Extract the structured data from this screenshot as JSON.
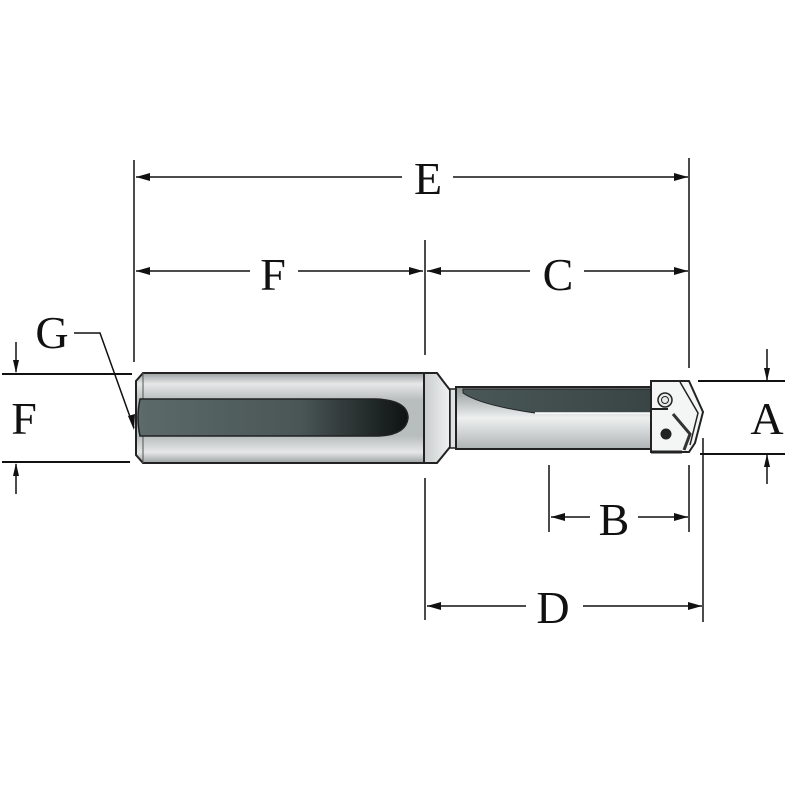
{
  "diagram": {
    "subject": "indexable spade drill holder with shank",
    "background": "#ffffff",
    "colors": {
      "line": "#111111",
      "body_light": "#d9dcdc",
      "body_mid": "#aeb3b3",
      "flute_dark": "#4a5656",
      "flute_darkest": "#111111"
    },
    "dimensions": {
      "E": {
        "label": "E",
        "description": "overall length"
      },
      "F_length": {
        "label": "F",
        "description": "shank length"
      },
      "C": {
        "label": "C",
        "description": "body length"
      },
      "G": {
        "label": "G",
        "description": "shank end chamfer/flat"
      },
      "F_dia": {
        "label": "F",
        "description": "shank diameter"
      },
      "A": {
        "label": "A",
        "description": "cutting diameter"
      },
      "B": {
        "label": "B",
        "description": "flute length"
      },
      "D": {
        "label": "D",
        "description": "body length incl. insert"
      }
    }
  }
}
